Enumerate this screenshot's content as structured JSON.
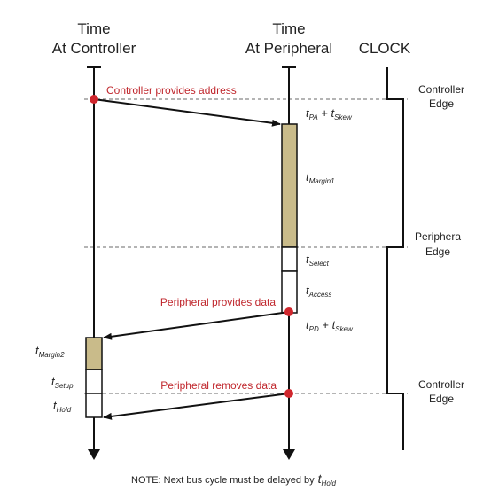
{
  "headers": {
    "controller_line1": "Time",
    "controller_line2": "At Controller",
    "peripheral_line1": "Time",
    "peripheral_line2": "At Peripheral",
    "clock": "CLOCK"
  },
  "clock_edges": {
    "edge1_line1": "Controller",
    "edge1_line2": "Edge",
    "edge2_line1": "Periphera",
    "edge2_line2": "Edge",
    "edge3_line1": "Controller",
    "edge3_line2": "Edge"
  },
  "events": {
    "address": "Controller provides address",
    "data": "Peripheral provides data",
    "remove": "Peripheral removes data"
  },
  "timing": {
    "t": "t",
    "plus": " + ",
    "pa_sub": "PA",
    "skew_sub": "Skew",
    "margin1_sub": "Margin1",
    "select_sub": "Select",
    "access_sub": "Access",
    "pd_sub": "PD",
    "margin2_sub": "Margin2",
    "setup_sub": "Setup",
    "hold_sub": "Hold"
  },
  "note": {
    "text": "NOTE: Next bus cycle must be delayed by",
    "t": "t",
    "sub": "Hold"
  },
  "colors": {
    "event_text": "#c0272d",
    "event_dot": "#d0262d",
    "margin_fill": "#c9bb8a",
    "line": "#111111",
    "dashed": "#888888"
  }
}
